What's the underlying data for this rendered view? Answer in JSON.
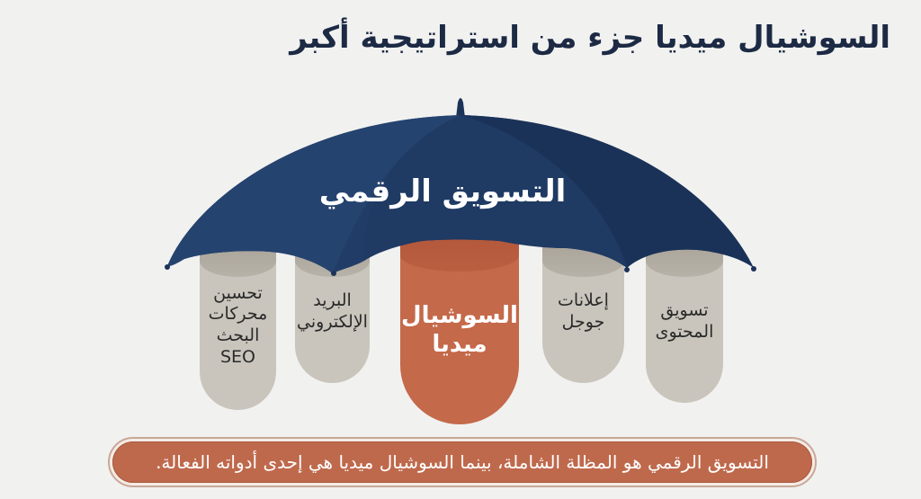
{
  "title": "السوشيال ميديا جزء من استراتيجية أكبر",
  "umbrella": {
    "label": "التسويق الرقمي",
    "colors": {
      "canopy_left": "#23406b",
      "canopy_mid": "#1f3a63",
      "canopy_right": "#1a3056"
    }
  },
  "pillars": [
    {
      "id": "seo",
      "label_lines": [
        "تحسين",
        "محركات",
        "البحث",
        "SEO"
      ],
      "label": "تحسين محركات البحث SEO",
      "highlight": false
    },
    {
      "id": "email",
      "label_lines": [
        "البريد",
        "الإلكتروني"
      ],
      "label": "البريد الإلكتروني",
      "highlight": false
    },
    {
      "id": "social",
      "label_lines": [
        "السوشيال",
        "ميديا"
      ],
      "label": "السوشيال ميديا",
      "highlight": true
    },
    {
      "id": "google-ads",
      "label_lines": [
        "إعلانات",
        "جوجل"
      ],
      "label": "إعلانات جوجل",
      "highlight": false
    },
    {
      "id": "content",
      "label_lines": [
        "تسويق",
        "المحتوى"
      ],
      "label": "تسويق المحتوى",
      "highlight": false
    }
  ],
  "banner": {
    "text": "التسويق الرقمي هو المظلة الشاملة، بينما السوشيال ميديا هي إحدى أدواته الفعالة."
  },
  "colors": {
    "background": "#f1f1f0",
    "title": "#1c2a44",
    "pillar": "#c9c5bc",
    "highlight": "#c4694a",
    "banner": "#bf694c"
  }
}
